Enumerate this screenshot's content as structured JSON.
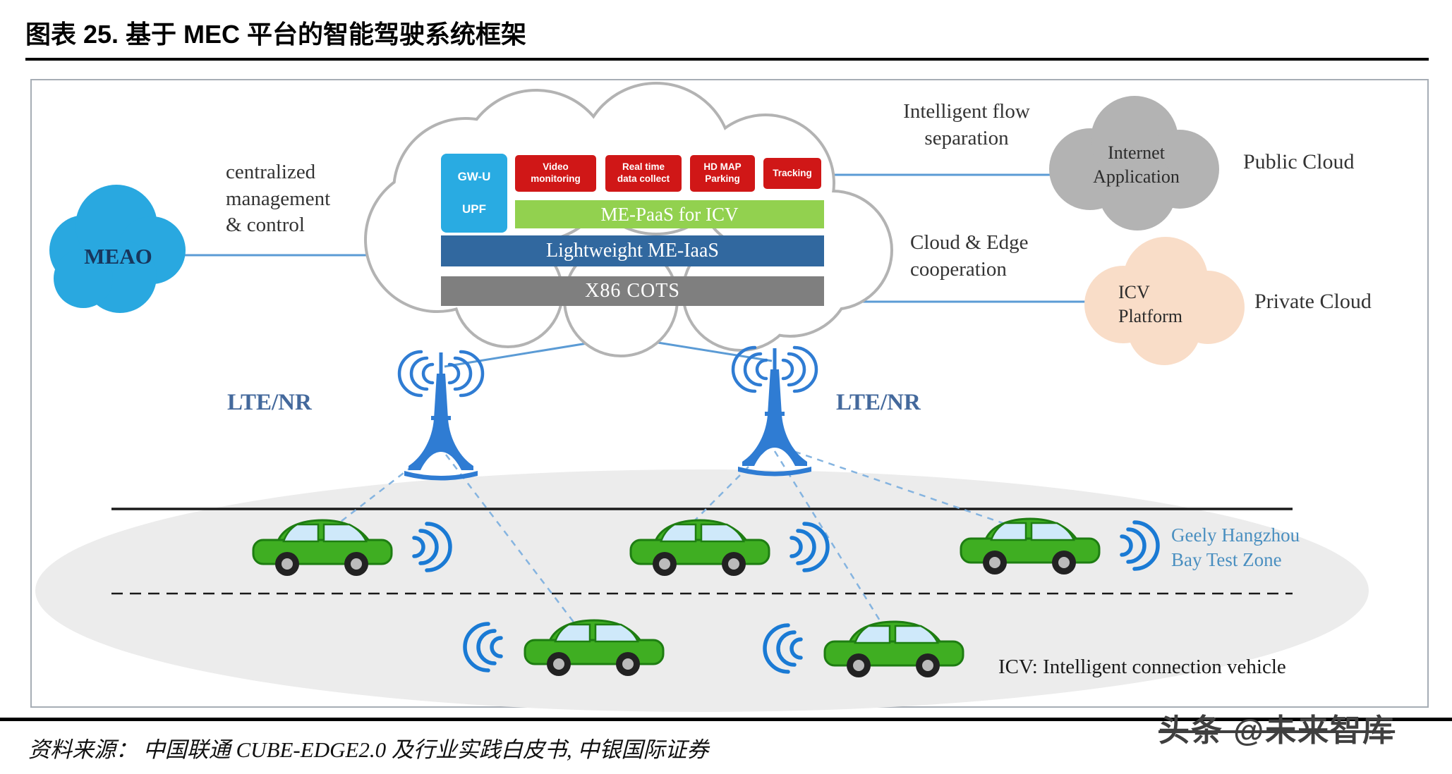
{
  "title": "图表 25. 基于 MEC 平台的智能驾驶系统框架",
  "colors": {
    "meao_cloud": "#29a8e0",
    "app_red": "#d01717",
    "paas_green": "#92d14f",
    "iaas_blue": "#31689f",
    "cots_gray": "#7f7f7f",
    "public_cloud_gray": "#b3b3b3",
    "private_cloud_peach": "#f9ddc8",
    "tower_blue": "#2f7cd3",
    "car_green": "#3fae22",
    "connector_blue": "#5b9bd5"
  },
  "left_side": {
    "meao": "MEAO",
    "centralized": "centralized\nmanagement\n& control"
  },
  "mec_cloud": {
    "gwu": "GW-U",
    "upf": "UPF",
    "apps": [
      "Video\nmonitoring",
      "Real time\ndata collect",
      "HD MAP\nParking",
      "Tracking"
    ],
    "paas": "ME-PaaS for ICV",
    "iaas": "Lightweight ME-IaaS",
    "cots": "X86 COTS"
  },
  "right_side": {
    "flow_separation": "Intelligent flow\nseparation",
    "internet_app": "Internet\nApplication",
    "public_cloud": "Public Cloud",
    "cloud_edge": "Cloud & Edge\ncooperation",
    "icv_platform": "ICV\nPlatform",
    "private_cloud": "Private Cloud"
  },
  "network": {
    "lte_nr": "LTE/NR"
  },
  "zone": {
    "geely": "Geely Hangzhou\nBay Test Zone",
    "icv_note": "ICV: Intelligent connection vehicle"
  },
  "footer": {
    "source": "资料来源： 中国联通 CUBE-EDGE2.0 及行业实践白皮书, 中银国际证券",
    "watermark": "头条 @未来智库"
  }
}
